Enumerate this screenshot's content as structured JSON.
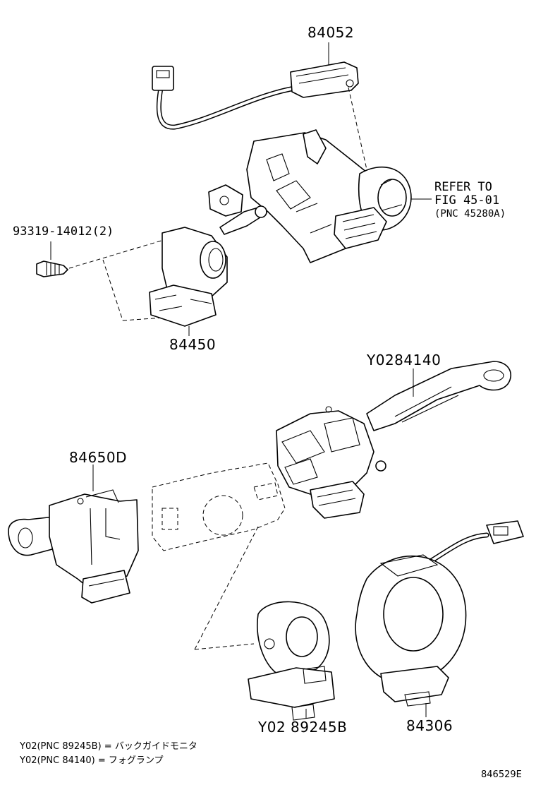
{
  "labels": {
    "p84052": "84052",
    "refer_line1": "REFER TO",
    "refer_line2": "FIG 45-01",
    "refer_line3": "(PNC 45280A)",
    "p93319": "93319-14012(2)",
    "p84450": "84450",
    "y02_84140": "Y0284140",
    "p84650d": "84650D",
    "y02_89245b": "Y02 89245B",
    "p84306": "84306"
  },
  "notes": {
    "line1": "Y02(PNC 89245B) = バックガイドモニタ",
    "line2": "Y02(PNC 84140) = フォグランプ"
  },
  "figure_number": "846529E"
}
